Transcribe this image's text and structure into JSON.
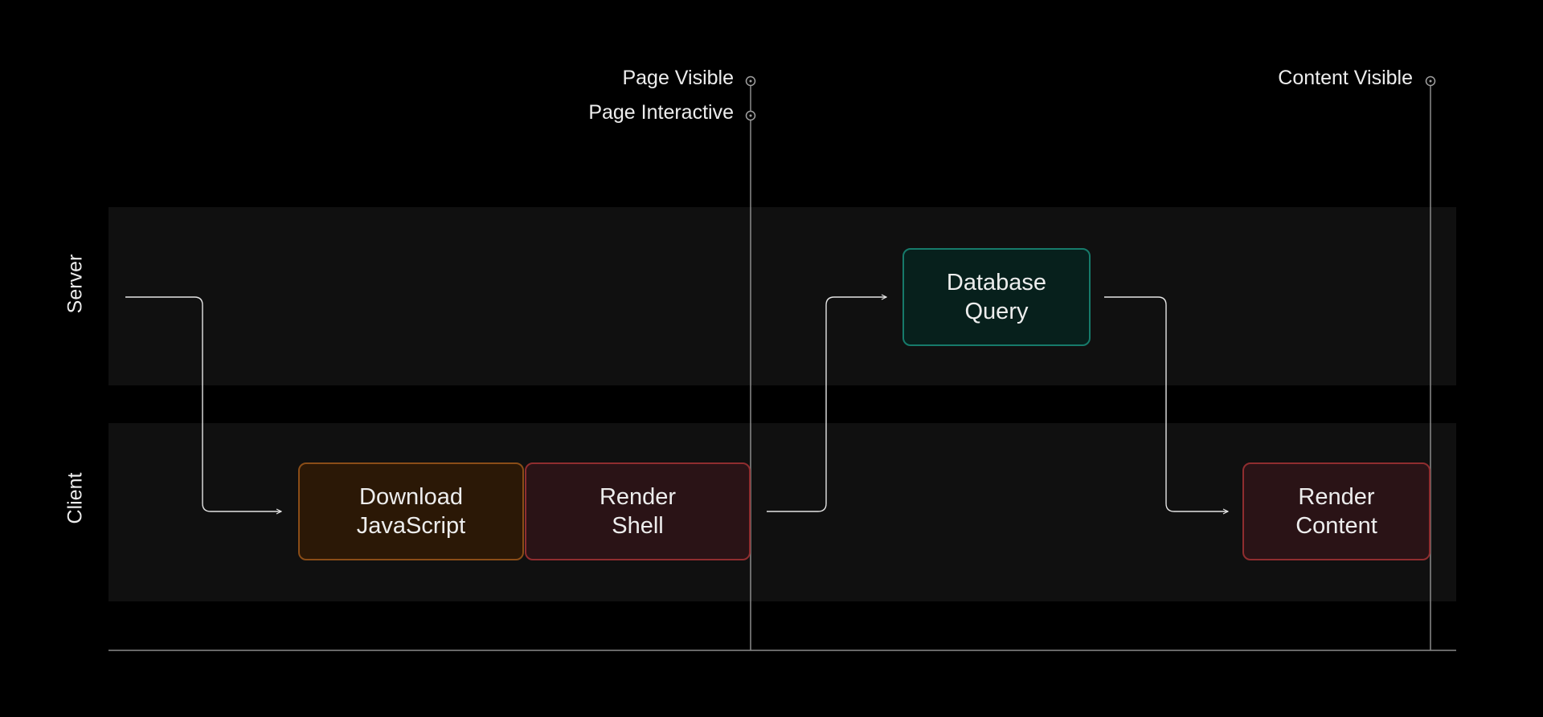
{
  "lanes": {
    "server": "Server",
    "client": "Client"
  },
  "markers": {
    "page_visible": "Page Visible",
    "page_interactive": "Page Interactive",
    "content_visible": "Content Visible"
  },
  "steps": {
    "download_js": "Download\nJavaScript",
    "render_shell": "Render\nShell",
    "database_query": "Database\nQuery",
    "render_content": "Render\nContent"
  },
  "colors": {
    "download_js": "#8a4d17",
    "render": "#8f2d2f",
    "database": "#167a6a"
  }
}
